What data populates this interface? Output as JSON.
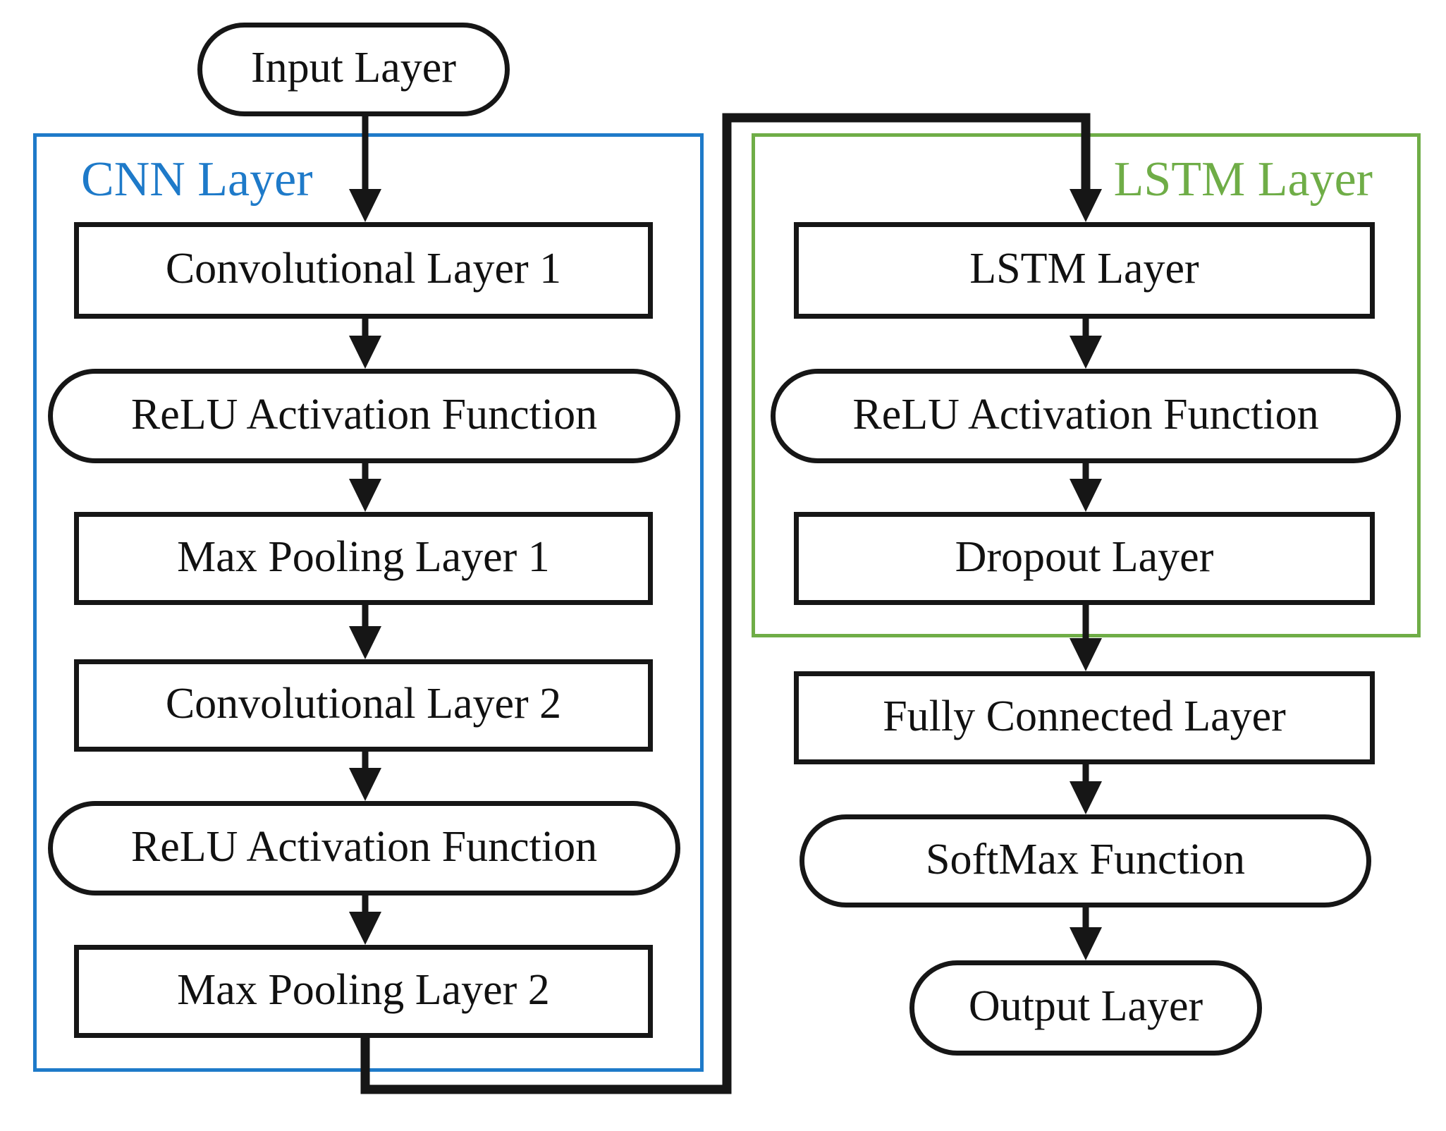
{
  "groups": {
    "cnn": {
      "label": "CNN Layer",
      "color": "#1e7ac9"
    },
    "lstm": {
      "label": "LSTM Layer",
      "color": "#6fad47"
    }
  },
  "nodes": {
    "input": {
      "label": "Input Layer",
      "shape": "stadium"
    },
    "conv1": {
      "label": "Convolutional Layer 1",
      "shape": "rect"
    },
    "relu_cnn_1": {
      "label": "ReLU Activation Function",
      "shape": "stadium"
    },
    "maxpool1": {
      "label": "Max Pooling Layer 1",
      "shape": "rect"
    },
    "conv2": {
      "label": "Convolutional Layer 2",
      "shape": "rect"
    },
    "relu_cnn_2": {
      "label": "ReLU Activation Function",
      "shape": "stadium"
    },
    "maxpool2": {
      "label": "Max Pooling Layer 2",
      "shape": "rect"
    },
    "lstm_layer": {
      "label": "LSTM Layer",
      "shape": "rect"
    },
    "relu_lstm": {
      "label": "ReLU Activation Function",
      "shape": "stadium"
    },
    "dropout": {
      "label": "Dropout Layer",
      "shape": "rect"
    },
    "fully_connected": {
      "label": "Fully Connected Layer",
      "shape": "rect"
    },
    "softmax": {
      "label": "SoftMax Function",
      "shape": "stadium"
    },
    "output": {
      "label": "Output Layer",
      "shape": "stadium"
    }
  },
  "edge_color": "#161616"
}
